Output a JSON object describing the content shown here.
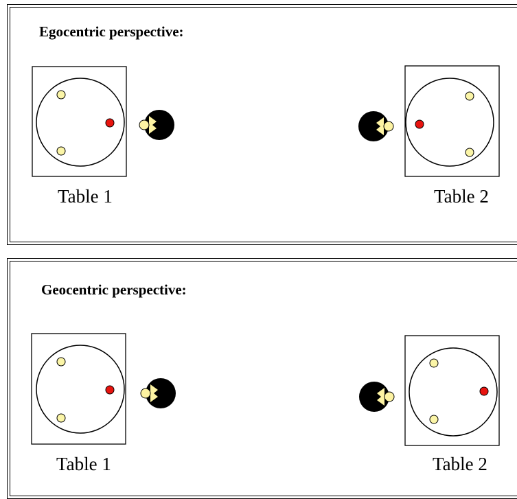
{
  "panels": [
    {
      "title": "Egocentric perspective:",
      "tables": [
        {
          "label": "Table 1",
          "red_dot": "right",
          "person_facing": "left"
        },
        {
          "label": "Table 2",
          "red_dot": "left",
          "person_facing": "right"
        }
      ]
    },
    {
      "title": "Geocentric perspective:",
      "tables": [
        {
          "label": "Table 1",
          "red_dot": "right",
          "person_facing": "left"
        },
        {
          "label": "Table 2",
          "red_dot": "right",
          "person_facing": "right"
        }
      ]
    }
  ],
  "colors": {
    "red_dot": "#e8140f",
    "yellow_dot": "#fbf5a7",
    "face": "#fdf3a2",
    "hair": "#000000"
  }
}
